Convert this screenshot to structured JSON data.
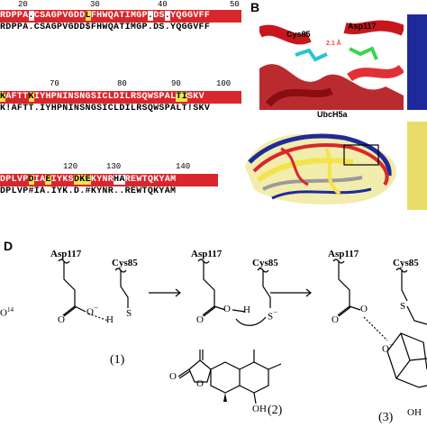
{
  "panel_a": {
    "blocks": [
      {
        "ruler": [
          "20",
          "30",
          "40",
          "50"
        ],
        "seq": "RDPPA.CSAGPVGDDLFHWQATIMGP.DS.YQGGVFF",
        "consensus": "RDPPA.CSAGPVGDD$FHWQATIMGP.DS.YQGGVFF"
      },
      {
        "ruler": [
          "70",
          "80",
          "90",
          "100"
        ],
        "seq": "KAFTTKIYHPNINSNGSICLDILRSQWSPALTISKV",
        "consensus": "K!AFTT.IYHPNINSNGSICLDILRSQWSPALT!SKV"
      },
      {
        "ruler": [
          "120",
          "130",
          "140"
        ],
        "seq": "DPLVPDIAEIYKSDKEKYNRHAREWTQKYAM",
        "consensus": "DPLVP#IA.IYK.D.#KYNR..REWTQKYAM"
      }
    ]
  },
  "panel_b": {
    "label": "B",
    "residue_1": "Cys85",
    "residue_2": "Asp117",
    "distance": "2.1 Å",
    "protein": "UbcH5a"
  },
  "panel_d": {
    "label": "D",
    "asp": "Asp117",
    "cys": "Cys85",
    "left_fragment": "O",
    "left_superscript": "14",
    "step_labels": [
      "(1)",
      "(2)",
      "(3)"
    ],
    "atoms": {
      "O": "O",
      "H": "H",
      "S": "S",
      "OH": "OH",
      "minus": "−"
    }
  },
  "colors": {
    "red": "#d9262c",
    "yellow": "#f4e34a",
    "blue": "#1f2a9a"
  }
}
